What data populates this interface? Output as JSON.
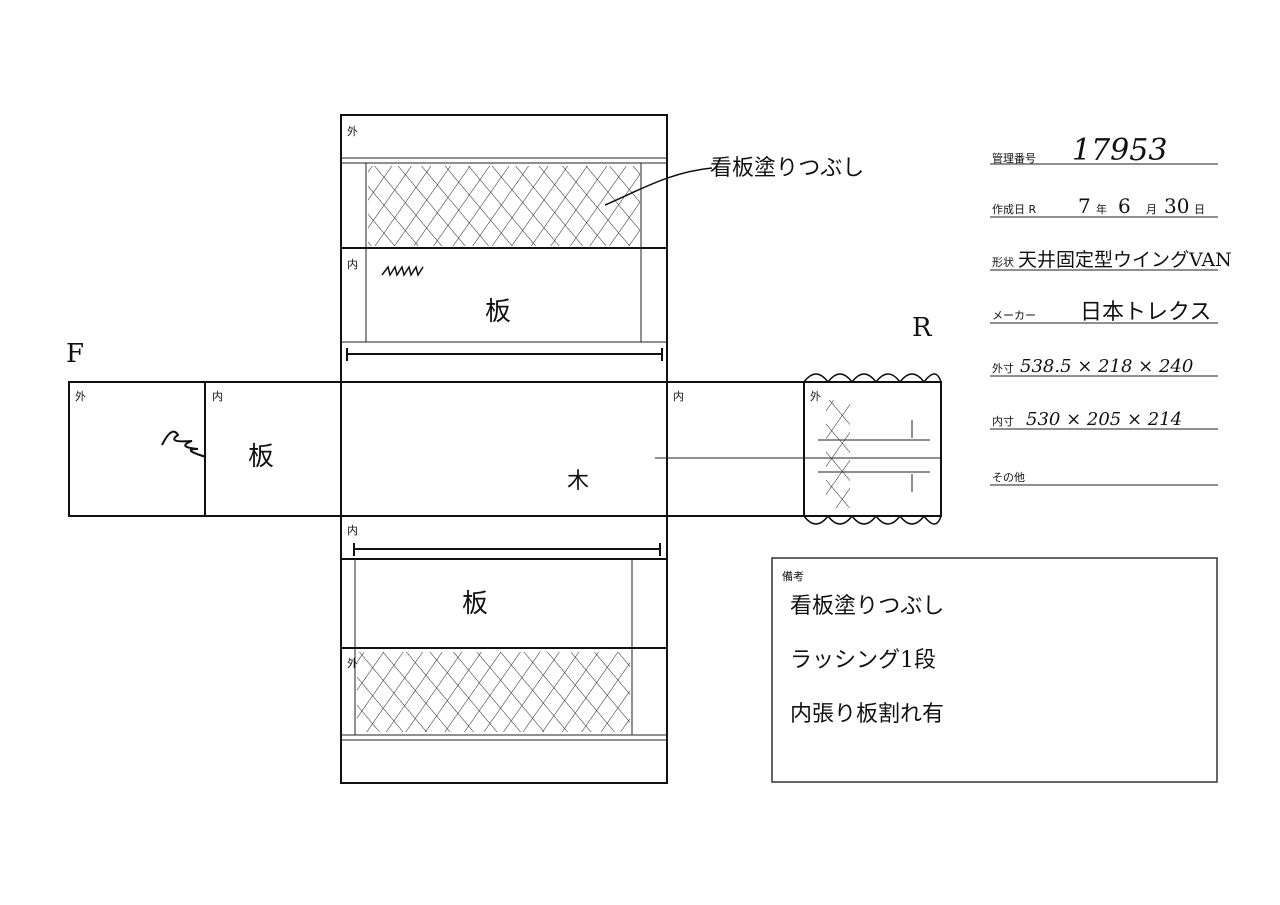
{
  "panels": {
    "top_outer_label": "外",
    "top_inner_label": "内",
    "top_inner_text": "板",
    "left_outer_label": "外",
    "left_inner_label": "内",
    "left_inner_text": "板",
    "center_text": "木",
    "right_inner_label": "内",
    "right_outer_label": "外",
    "bottom_inner_label": "内",
    "bottom_inner_text": "板",
    "bottom_outer_label": "外"
  },
  "callout": {
    "text": "看板塗りつぶし"
  },
  "side_marks": {
    "front": "F",
    "rear": "R"
  },
  "info": {
    "mgmt_label": "管理番号",
    "mgmt_value": "17953",
    "date_label": "作成日 R",
    "date_year": "7",
    "date_year_unit": "年",
    "date_month": "6",
    "date_month_unit": "月",
    "date_day": "30",
    "date_day_unit": "日",
    "shape_label": "形状",
    "shape_value": "天井固定型ウイングVAN",
    "maker_label": "メーカー",
    "maker_value": "日本トレクス",
    "outer_label": "外寸",
    "outer_dims": "538.5 × 218 × 240",
    "inner_label": "内寸",
    "inner_dims": "530 × 205 × 214",
    "other_label": "その他",
    "other_value": ""
  },
  "remarks": {
    "label": "備考",
    "lines": [
      "看板塗りつぶし",
      "ラッシング1段",
      "内張り板割れ有"
    ]
  }
}
